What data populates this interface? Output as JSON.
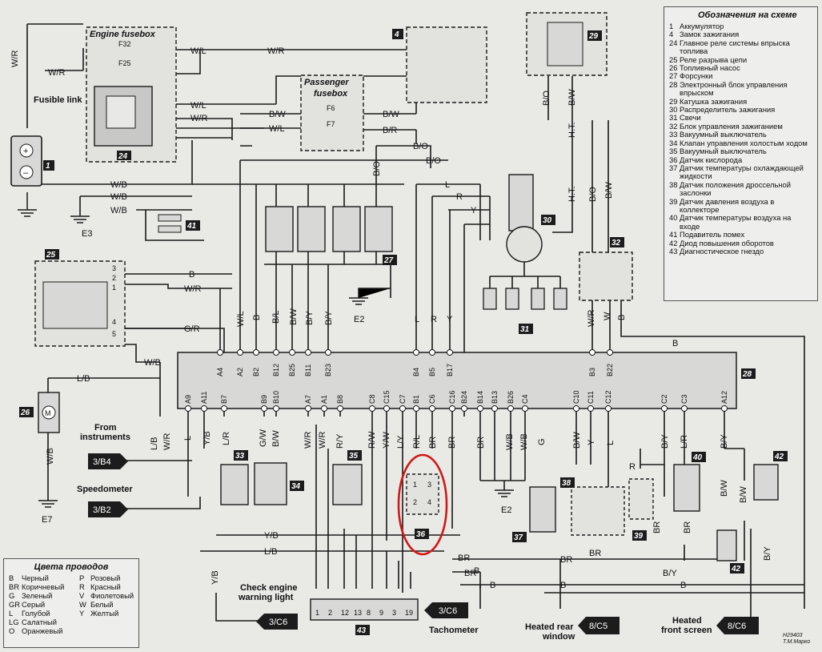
{
  "labels": {
    "engine_fusebox": "Engine fusebox",
    "passenger_fusebox": "Passenger fusebox",
    "fusible_link": "Fusible link",
    "f32": "F32",
    "f25": "F25",
    "f6": "F6",
    "f7": "F7",
    "from_instruments": "From instruments",
    "speedometer": "Speedometer",
    "check_engine": "Check engine warning light",
    "tachometer": "Tachometer",
    "heated_rear_window": "Heated rear window",
    "heated_front_screen": "Heated front screen",
    "e3": "E3",
    "e7": "E7",
    "e2a": "E2",
    "e2b": "E2",
    "conn_3b4": "3/B4",
    "conn_3b2": "3/B2",
    "conn_3c6a": "3/C6",
    "conn_3c6b": "3/C6",
    "conn_8c5": "8/C5",
    "conn_8c6": "8/C6",
    "ht1": "H.T.",
    "ht2": "H.T.",
    "plus": "+",
    "minus": "–"
  },
  "numbers": {
    "n1": "1",
    "n4": "4",
    "n24": "24",
    "n25": "25",
    "n26": "26",
    "n27": "27",
    "n28": "28",
    "n29": "29",
    "n30": "30",
    "n31": "31",
    "n32": "32",
    "n33": "33",
    "n34": "34",
    "n35": "35",
    "n36": "36",
    "n37": "37",
    "n38": "38",
    "n39": "39",
    "n40": "40",
    "n41": "41",
    "n42a": "42",
    "n42b": "42",
    "n43": "43"
  },
  "wires": {
    "wr1": "W/R",
    "wr2": "W/R",
    "wl1": "W/L",
    "wr3": "W/R",
    "wl2": "W/L",
    "wr4": "W/R",
    "bw1": "B/W",
    "bw2": "B/W",
    "wl3": "W/L",
    "br1": "B/R",
    "bo1": "B/O",
    "bo2": "B/O",
    "bo3": "B/O",
    "bo4": "B/O",
    "bw3": "B/W",
    "wb1": "W/B",
    "wb2": "W/B",
    "wb3": "W/B",
    "wb4": "W/B",
    "wb5": "W/B",
    "b1": "B",
    "wr5": "W/R",
    "gr1": "G/R",
    "lb1": "L/B",
    "l1": "L",
    "r1": "R",
    "y1": "Y",
    "l2": "L",
    "r2": "R",
    "y2": "Y",
    "bo5": "B/O",
    "bw4": "B/W",
    "wr6": "W/R",
    "w1": "W",
    "b2": "B",
    "b3": "B",
    "vwl": "W/L",
    "vb": "B",
    "vbl": "B/L",
    "vbw": "B/W",
    "vby": "B/Y",
    "vby2": "B/Y",
    "lb2": "L/B",
    "wr7": "W/R",
    "l3": "L",
    "yb1": "Y/B",
    "lr1": "L/R",
    "gw": "G/W",
    "bw5": "B/W",
    "wr8": "W/R",
    "wr9": "W/R",
    "ry": "R/Y",
    "rw": "R/W",
    "yw": "Y/W",
    "ly": "L/Y",
    "rl": "R/L",
    "br2": "BR",
    "br3": "BR",
    "br4": "BR",
    "wb6": "W/B",
    "wb7": "W/B",
    "g1": "G",
    "bw6": "B/W",
    "y3": "Y",
    "l4": "L",
    "by1": "B/Y",
    "lr2": "L/R",
    "by2": "B/Y",
    "r3": "R",
    "br5": "BR",
    "br6": "BR",
    "bw7": "B/W",
    "bw8": "B/W",
    "by3": "B/Y",
    "yb2": "Y/B",
    "lb3": "L/B",
    "brh1": "BR",
    "brh2": "BR",
    "brh3": "BR",
    "by4": "B/Y",
    "yb3": "Y/B",
    "bb1": "B",
    "bb2": "B",
    "bb3": "B",
    "b4": "B",
    "brx": "BR"
  },
  "ecu_pins_top": [
    "A4",
    "A2",
    "B2",
    "B12",
    "B25",
    "B11",
    "B23",
    "B4",
    "B5",
    "B17",
    "B3",
    "B22"
  ],
  "ecu_pins_bottom": [
    "A9",
    "A11",
    "B7",
    "B9",
    "B10",
    "A7",
    "A1",
    "B8",
    "C8",
    "C15",
    "C7",
    "B1",
    "C6",
    "C16",
    "B24",
    "B14",
    "B13",
    "B26",
    "C4",
    "C10",
    "C11",
    "C12",
    "C2",
    "C3",
    "A12"
  ],
  "relay_25_pins": [
    "3",
    "2",
    "1",
    "4",
    "5"
  ],
  "conn_43_pins": [
    "1",
    "2",
    "12",
    "13",
    "8",
    "9",
    "3",
    "19"
  ],
  "legend": {
    "title": "Обозначения на схеме",
    "items": [
      {
        "n": "1",
        "t": "Аккумулятор"
      },
      {
        "n": "4",
        "t": "Замок зажигания"
      },
      {
        "n": "24",
        "t": "Главное реле системы впрыска топлива"
      },
      {
        "n": "25",
        "t": "Реле разрыва цепи"
      },
      {
        "n": "26",
        "t": "Топливный насос"
      },
      {
        "n": "27",
        "t": "Форсунки"
      },
      {
        "n": "28",
        "t": "Электронный блок управления впрыском"
      },
      {
        "n": "29",
        "t": "Катушка зажигания"
      },
      {
        "n": "30",
        "t": "Распределитель зажигания"
      },
      {
        "n": "31",
        "t": "Свечи"
      },
      {
        "n": "32",
        "t": "Блок управления зажиганием"
      },
      {
        "n": "33",
        "t": "Вакуумный выключатель"
      },
      {
        "n": "34",
        "t": "Клапан управления холостым ходом"
      },
      {
        "n": "35",
        "t": "Вакуумный выключатель"
      },
      {
        "n": "36",
        "t": "Датчик кислорода"
      },
      {
        "n": "37",
        "t": "Датчик температуры охлаждающей жидкости"
      },
      {
        "n": "38",
        "t": "Датчик положения дроссельной заслонки"
      },
      {
        "n": "39",
        "t": "Датчик давления воздуха в коллекторе"
      },
      {
        "n": "40",
        "t": "Датчик температуры воздуха на входе"
      },
      {
        "n": "41",
        "t": "Подавитель помех"
      },
      {
        "n": "42",
        "t": "Диод повышения оборотов"
      },
      {
        "n": "43",
        "t": "Диагностическое гнездо"
      }
    ]
  },
  "wire_colors": {
    "title": "Цвета проводов",
    "items": [
      {
        "code": "B",
        "name": "Черный"
      },
      {
        "code": "P",
        "name": "Розовый"
      },
      {
        "code": "BR",
        "name": "Коричневый"
      },
      {
        "code": "R",
        "name": "Красный"
      },
      {
        "code": "G",
        "name": "Зеленый"
      },
      {
        "code": "V",
        "name": "Фиолетовый"
      },
      {
        "code": "GR",
        "name": "Серый"
      },
      {
        "code": "W",
        "name": "Белый"
      },
      {
        "code": "L",
        "name": "Голубой"
      },
      {
        "code": "Y",
        "name": "Желтый"
      },
      {
        "code": "LG",
        "name": "Салатный"
      },
      {
        "code": "",
        "name": ""
      },
      {
        "code": "O",
        "name": "Оранжевый"
      },
      {
        "code": "",
        "name": ""
      }
    ]
  },
  "credit": {
    "code": "H29403",
    "author": "T.M.Марко"
  },
  "colors": {
    "line": "#1a1a1a",
    "component_fill": "#d8d8d6",
    "box_fill": "#e2e2df",
    "tag_fill": "#1c1c1c",
    "highlight": "#d01818"
  }
}
